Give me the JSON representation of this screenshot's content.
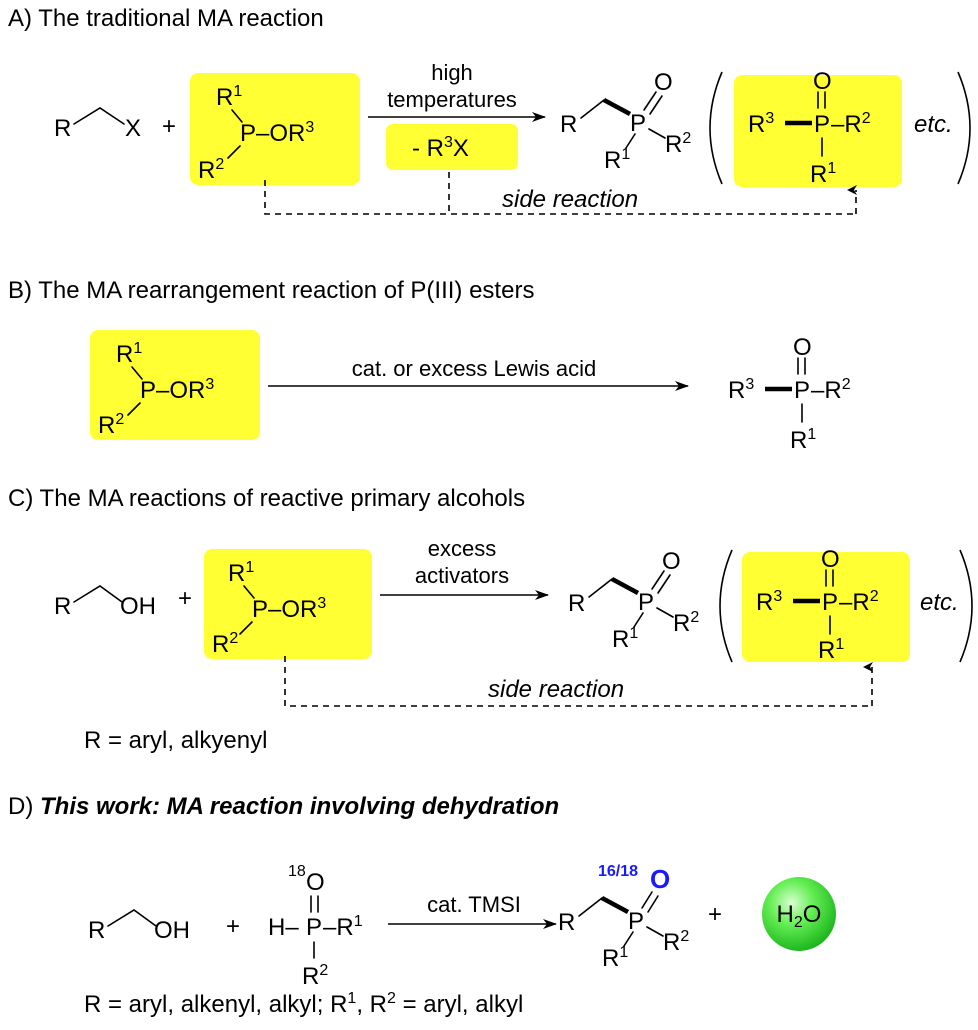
{
  "sections": {
    "a": {
      "title": "A) The traditional MA reaction",
      "substrate_r": "R",
      "substrate_x": "X",
      "plus": "+",
      "reagent": {
        "r1_main": "R",
        "r1_sup": "1",
        "r2_main": "R",
        "r2_sup": "2",
        "p": "P",
        "or3_main": "–OR",
        "or3_sup": "3"
      },
      "condition_line1": "high",
      "condition_line2": "temperatures",
      "byproduct_pre": "- R",
      "byproduct_sup": "3",
      "byproduct_post": "X",
      "product": {
        "o": "O",
        "r": "R",
        "p": "P",
        "r1_main": "R",
        "r1_sup": "1",
        "r2_main": "R",
        "r2_sup": "2"
      },
      "side_product": {
        "r3_main": "R",
        "r3_sup": "3",
        "p": "P",
        "o": "O",
        "r2_main": "–R",
        "r2_sup": "2",
        "r1_main": "R",
        "r1_sup": "1"
      },
      "etc": "etc.",
      "side_reaction": "side reaction"
    },
    "b": {
      "title": "B) The  MA rearrangement reaction of P(III) esters",
      "reagent": {
        "r1_main": "R",
        "r1_sup": "1",
        "r2_main": "R",
        "r2_sup": "2",
        "p": "P",
        "or3_main": "–OR",
        "or3_sup": "3"
      },
      "condition": "cat. or excess Lewis acid",
      "product": {
        "r3_main": "R",
        "r3_sup": "3",
        "p": "P",
        "o": "O",
        "r2_main": "–R",
        "r2_sup": "2",
        "r1_main": "R",
        "r1_sup": "1"
      }
    },
    "c": {
      "title": "C) The MA reactions of reactive primary alcohols",
      "substrate_r": "R",
      "substrate_oh": "OH",
      "plus": "+",
      "reagent": {
        "r1_main": "R",
        "r1_sup": "1",
        "r2_main": "R",
        "r2_sup": "2",
        "p": "P",
        "or3_main": "–OR",
        "or3_sup": "3"
      },
      "condition_line1": "excess",
      "condition_line2": "activators",
      "product": {
        "o": "O",
        "r": "R",
        "p": "P",
        "r1_main": "R",
        "r1_sup": "1",
        "r2_main": "R",
        "r2_sup": "2"
      },
      "side_product": {
        "r3_main": "R",
        "r3_sup": "3",
        "p": "P",
        "o": "O",
        "r2_main": "–R",
        "r2_sup": "2",
        "r1_main": "R",
        "r1_sup": "1"
      },
      "etc": "etc.",
      "side_reaction": "side reaction",
      "note": "R = aryl, alkyenyl"
    },
    "d": {
      "title_prefix": "D) ",
      "title_bold": "This work: MA reaction involving dehydration",
      "substrate_r": "R",
      "substrate_oh": "OH",
      "plus1": "+",
      "reagent": {
        "o_sup": "18",
        "o": "O",
        "h": "H–",
        "p": "P",
        "r1_main": "–R",
        "r1_sup": "1",
        "r2_main": "R",
        "r2_sup": "2"
      },
      "condition": "cat. TMSI",
      "product": {
        "label": "16/18",
        "o": "O",
        "r": "R",
        "p": "P",
        "r1_main": "R",
        "r1_sup": "1",
        "r2_main": "R",
        "r2_sup": "2"
      },
      "plus2": "+",
      "water_main": "H",
      "water_sub": "2",
      "water_end": "O",
      "note_part1": "R = aryl, alkenyl, alkyl; R",
      "note_sup1": "1",
      "note_part2": ", R",
      "note_sup2": "2",
      "note_part3": " = aryl, alkyl"
    }
  },
  "colors": {
    "highlight": "#ffff33",
    "isotope_label": "#1a1aff",
    "water_sphere": "#33dd33"
  }
}
